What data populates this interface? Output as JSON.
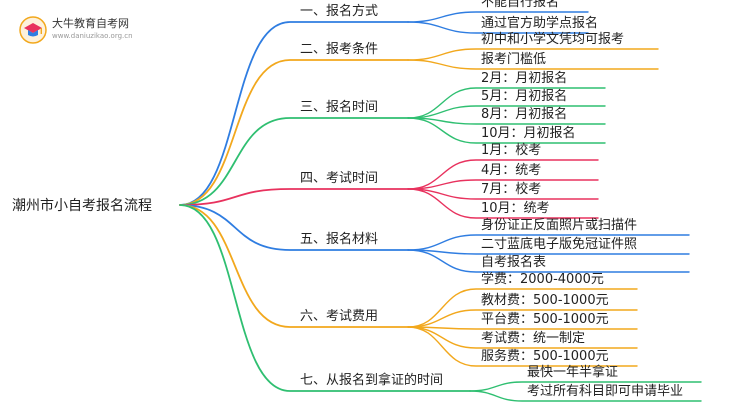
{
  "logo": {
    "name": "大牛教育自考网",
    "domain": "www.daniuzikao.org.cn"
  },
  "mindmap": {
    "root": "潮州市小自考报名流程",
    "branches": [
      {
        "label": "一、报名方式",
        "color": "#2f7de1",
        "items": [
          "不能自行报名",
          "通过官方助学点报名"
        ]
      },
      {
        "label": "二、报考条件",
        "color": "#f2a81d",
        "items": [
          "初中和小学文凭均可报考",
          "报考门槛低"
        ]
      },
      {
        "label": "三、报名时间",
        "color": "#2fbf71",
        "items": [
          "2月：月初报名",
          "5月：月初报名",
          "8月：月初报名",
          "10月：月初报名"
        ]
      },
      {
        "label": "四、考试时间",
        "color": "#e8325e",
        "items": [
          "1月：校考",
          "4月：统考",
          "7月：校考",
          "10月：统考"
        ]
      },
      {
        "label": "五、报名材料",
        "color": "#2f7de1",
        "items": [
          "身份证正反面照片或扫描件",
          "二寸蓝底电子版免冠证件照",
          "自考报名表"
        ]
      },
      {
        "label": "六、考试费用",
        "color": "#f2a81d",
        "items": [
          "学费：2000-4000元",
          "教材费：500-1000元",
          "平台费：500-1000元",
          "考试费：统一制定",
          "服务费：500-1000元"
        ]
      },
      {
        "label": "七、从报名到拿证的时间",
        "color": "#2fbf71",
        "items": [
          "最快一年半拿证",
          "考过所有科目即可申请毕业"
        ]
      }
    ]
  }
}
